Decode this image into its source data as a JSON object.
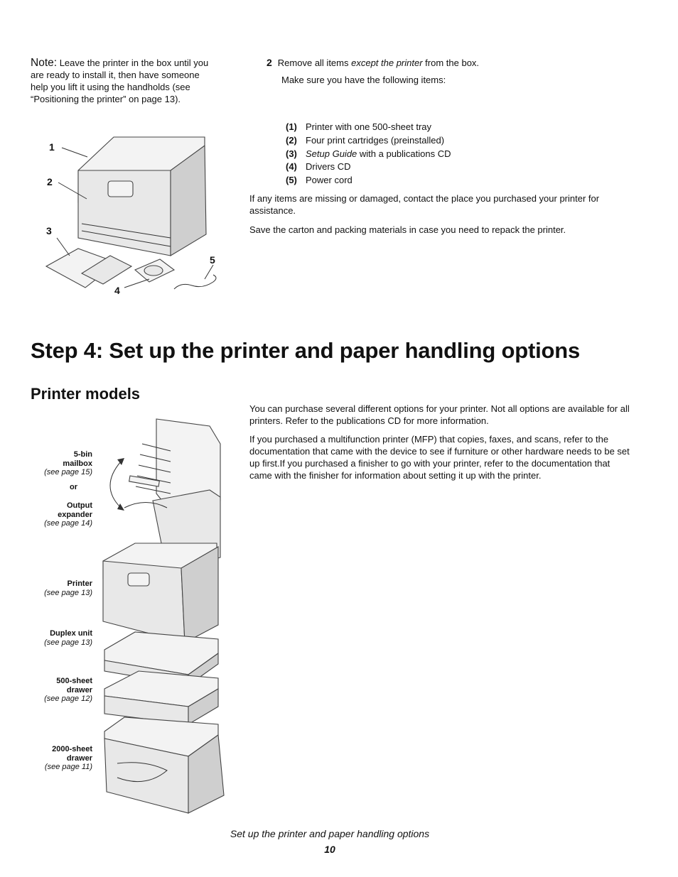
{
  "note": {
    "label": "Note:",
    "text": "Leave the printer in the box until you are ready to install it, then have someone help you lift it using the handholds (see “Positioning the printer” on page 13)."
  },
  "step2": {
    "number": "2",
    "line_before": "Remove all items ",
    "line_em": "except the printer",
    "line_after": " from the box.",
    "sub": "Make sure you have the following items:"
  },
  "items": [
    {
      "index": "(1)",
      "text": "Printer with one 500-sheet tray"
    },
    {
      "index": "(2)",
      "text": "Four print cartridges (preinstalled)"
    },
    {
      "index": "(3)",
      "em": "Setup Guide",
      "text": " with a publications CD"
    },
    {
      "index": "(4)",
      "text": "Drivers CD"
    },
    {
      "index": "(5)",
      "text": "Power cord"
    }
  ],
  "missing_text": "If any items are missing or damaged, contact the place you purchased your printer for assistance.",
  "save_text": "Save the carton and packing materials in case you need to repack the printer.",
  "callouts": [
    "1",
    "2",
    "3",
    "4",
    "5"
  ],
  "step_heading": "Step 4: Set up the printer and paper handling options",
  "printer_models_heading": "Printer models",
  "options_para1": "You can purchase several different options for your printer. Not all options are available for all printers. Refer to the publications CD for more information.",
  "options_para2": "If you purchased a multifunction printer (MFP) that copies, faxes, and scans, refer to the documentation that came with the device to see if furniture or other hardware needs to be set up first.If you purchased a finisher to go with your printer, refer to the documentation that came with the finisher for information about setting it up with the printer.",
  "labels": {
    "mailbox": {
      "name_line1": "5-bin",
      "name_line2": "mailbox",
      "ref": "(see page 15)"
    },
    "or": "or",
    "expander": {
      "name_line1": "Output",
      "name_line2": "expander",
      "ref": "(see page 14)"
    },
    "printer": {
      "name": "Printer",
      "ref": "(see page 13)"
    },
    "duplex": {
      "name": "Duplex unit",
      "ref": "(see page 13)"
    },
    "drawer500": {
      "name_line1": "500-sheet",
      "name_line2": "drawer",
      "ref": "(see page 12)"
    },
    "drawer2000": {
      "name_line1": "2000-sheet",
      "name_line2": "drawer",
      "ref": "(see page 11)"
    }
  },
  "footer": "Set up the printer and paper handling options",
  "page_number": "10"
}
